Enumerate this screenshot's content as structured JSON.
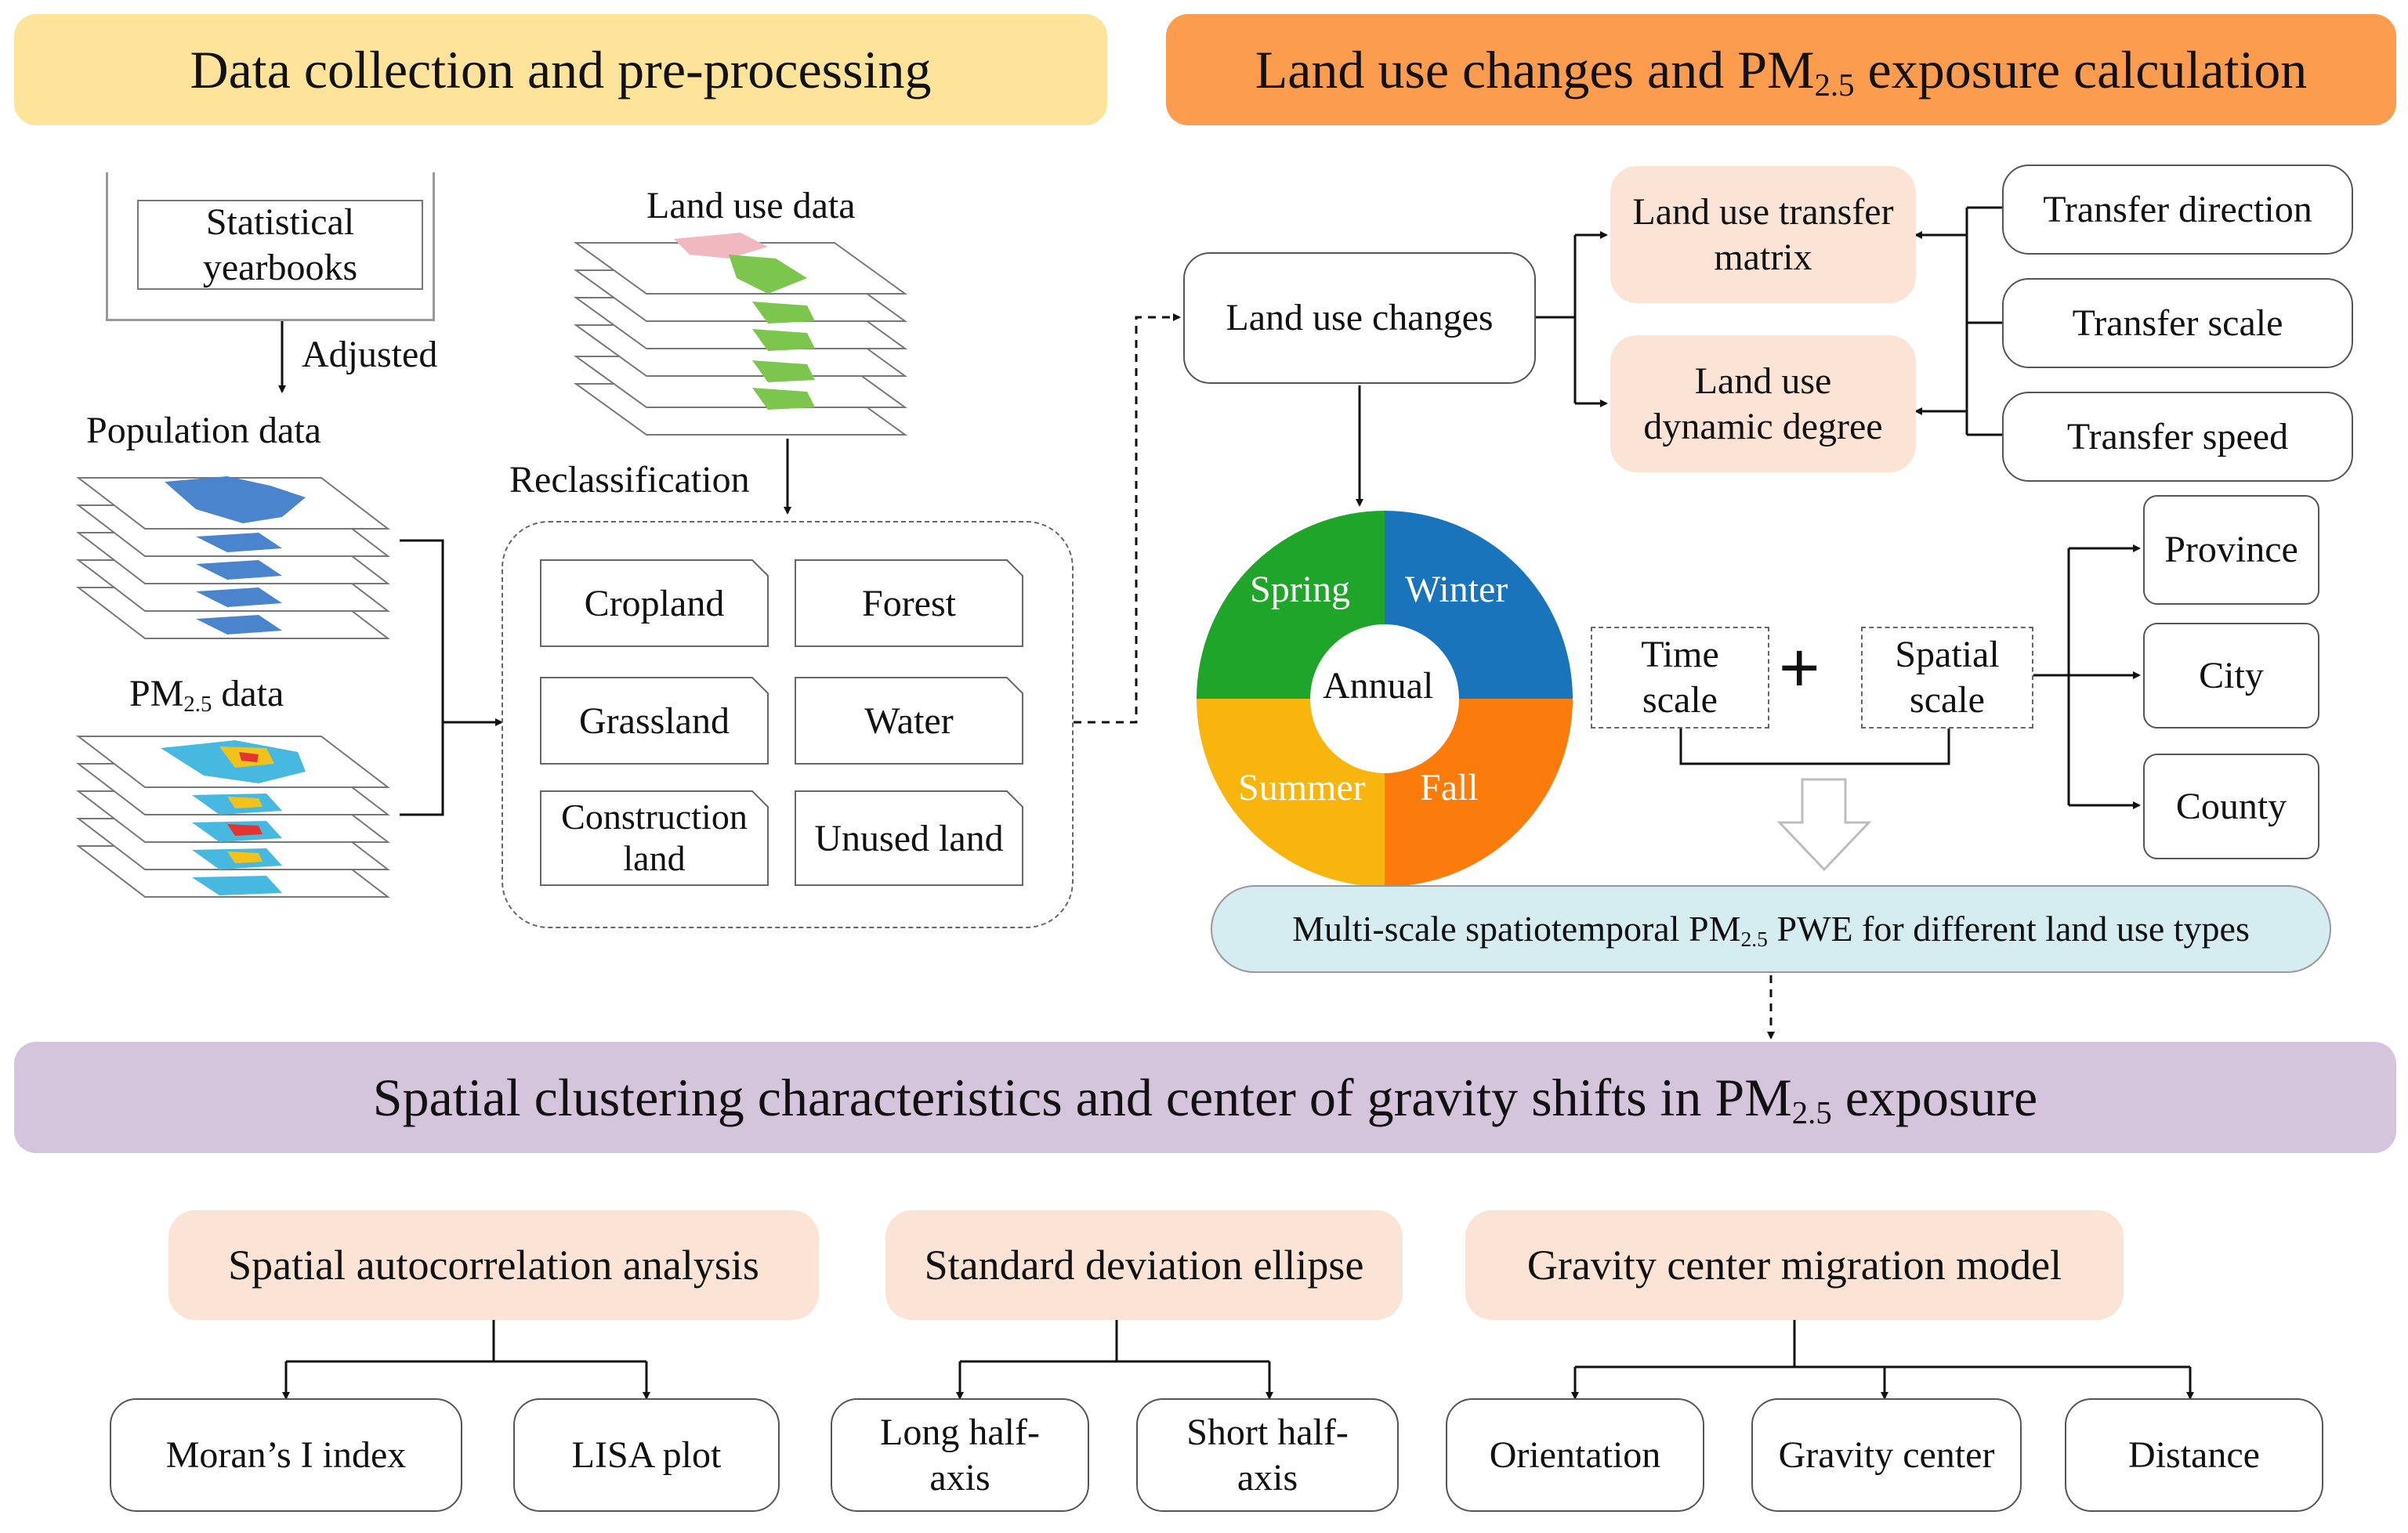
{
  "headers": {
    "data_collection": "Data collection and pre-processing",
    "land_use_pm_pre": "Land use changes and PM",
    "land_use_pm_sub": "2.5",
    "land_use_pm_post": " exposure calculation",
    "spatial_pre": "Spatial clustering characteristics and center of gravity shifts in PM",
    "spatial_sub": "2.5",
    "spatial_post": " exposure"
  },
  "data_panel": {
    "statistical_yearbooks": "Statistical yearbooks",
    "adjusted": "Adjusted",
    "population_data": "Population data",
    "pm_data_pre": "PM",
    "pm_data_sub": "2.5",
    "pm_data_post": " data",
    "land_use_data": "Land use data",
    "reclassification": "Reclassification",
    "categories": [
      "Cropland",
      "Forest",
      "Grassland",
      "Water",
      "Construction land",
      "Unused land"
    ]
  },
  "land_use_panel": {
    "land_use_changes": "Land use changes",
    "transfer_matrix": "Land use transfer matrix",
    "dynamic_degree": "Land use dynamic degree",
    "transfer_direction": "Transfer direction",
    "transfer_scale": "Transfer scale",
    "transfer_speed": "Transfer speed",
    "seasons": {
      "spring": "Spring",
      "winter": "Winter",
      "summer": "Summer",
      "fall": "Fall",
      "annual": "Annual",
      "spring_color": "#1fa52a",
      "winter_color": "#1a74bb",
      "summer_color": "#f7b50e",
      "fall_color": "#fb7b0b"
    },
    "time_scale": "Time scale",
    "plus": "+",
    "spatial_scale": "Spatial scale",
    "province": "Province",
    "city": "City",
    "county": "County",
    "pwe_pre": "Multi-scale spatiotemporal PM",
    "pwe_sub": "2.5",
    "pwe_post": " PWE for different land use types"
  },
  "bottom_panel": {
    "autocorrelation": "Spatial autocorrelation analysis",
    "sde": "Standard deviation ellipse",
    "gravity_model": "Gravity center migration model",
    "morans": "Moran’s I index",
    "lisa": "LISA plot",
    "long_half_axis": "Long half-axis",
    "short_half_axis": "Short half-axis",
    "orientation": "Orientation",
    "gravity_center": "Gravity center",
    "distance": "Distance"
  },
  "colors": {
    "header_yellow": "#fde49a",
    "header_orange": "#fb9c4e",
    "header_purple": "#d5c5dc",
    "peach": "#fbe4d5",
    "light_blue": "#d5ecf1"
  }
}
